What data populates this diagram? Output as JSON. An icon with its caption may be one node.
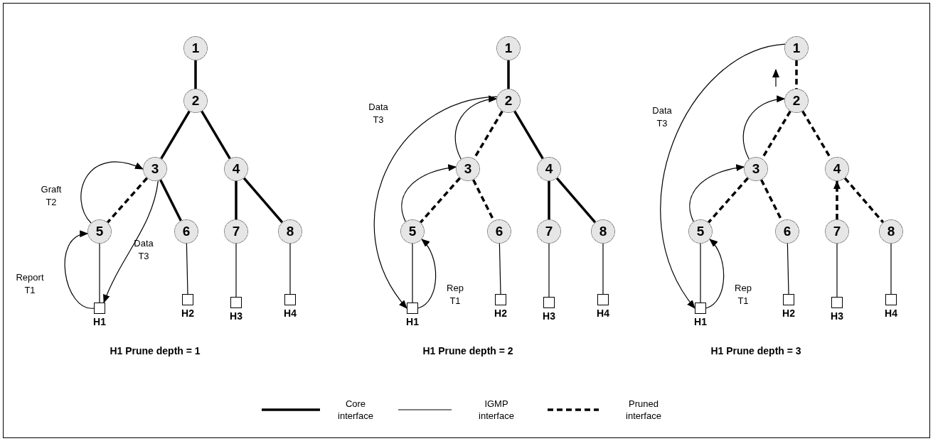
{
  "diagram": {
    "nodes": [
      {
        "text": [
          "1"
        ]
      },
      {
        "text": [
          "2"
        ]
      },
      {
        "text": [
          "3"
        ]
      },
      {
        "text": [
          "4"
        ]
      },
      {
        "text": [
          "5"
        ]
      },
      {
        "text": [
          "6"
        ]
      },
      {
        "text": [
          "7"
        ]
      },
      {
        "text": [
          "8"
        ]
      },
      {
        "text": [
          "H1"
        ]
      },
      {
        "text": [
          "H2"
        ]
      },
      {
        "text": [
          "H3"
        ]
      },
      {
        "text": [
          "H4"
        ]
      },
      {
        "text": [
          "1"
        ]
      },
      {
        "text": [
          "2"
        ]
      },
      {
        "text": [
          "3"
        ]
      },
      {
        "text": [
          "4"
        ]
      },
      {
        "text": [
          "5"
        ]
      },
      {
        "text": [
          "6"
        ]
      },
      {
        "text": [
          "7"
        ]
      },
      {
        "text": [
          "8"
        ]
      },
      {
        "text": [
          "H1"
        ]
      },
      {
        "text": [
          "H2"
        ]
      },
      {
        "text": [
          "H3"
        ]
      },
      {
        "text": [
          "H4"
        ]
      },
      {
        "text": [
          "1"
        ]
      },
      {
        "text": [
          "2"
        ]
      },
      {
        "text": [
          "3"
        ]
      },
      {
        "text": [
          "4"
        ]
      },
      {
        "text": [
          "5"
        ]
      },
      {
        "text": [
          "6"
        ]
      },
      {
        "text": [
          "7"
        ]
      },
      {
        "text": [
          "8"
        ]
      },
      {
        "text": [
          "H1"
        ]
      },
      {
        "text": [
          "H2"
        ]
      },
      {
        "text": [
          "H3"
        ]
      },
      {
        "text": [
          "H4"
        ]
      }
    ],
    "edges": [
      {
        "from": 0,
        "to": 1,
        "arrow": "none",
        "style": "thick"
      },
      {
        "from": 1,
        "to": 2,
        "arrow": "none",
        "style": "thick"
      },
      {
        "from": 1,
        "to": 3,
        "arrow": "none",
        "style": "thick"
      },
      {
        "from": 2,
        "to": 4,
        "arrow": "none",
        "style": "dashed"
      },
      {
        "from": 2,
        "to": 5,
        "arrow": "none",
        "style": "thick"
      },
      {
        "from": 3,
        "to": 6,
        "arrow": "none",
        "style": "thick"
      },
      {
        "from": 3,
        "to": 7,
        "arrow": "none",
        "style": "thick"
      },
      {
        "from": 4,
        "to": 8,
        "arrow": "none"
      },
      {
        "from": 5,
        "to": 9,
        "arrow": "none"
      },
      {
        "from": 6,
        "to": 10,
        "arrow": "none"
      },
      {
        "from": 7,
        "to": 11,
        "arrow": "none"
      },
      {
        "from": 8,
        "to": 4,
        "arrow": "to",
        "label": "Report T1"
      },
      {
        "from": 4,
        "to": 2,
        "arrow": "to",
        "label": "Graft T2"
      },
      {
        "from": 2,
        "to": 8,
        "arrow": "to",
        "label": "Data T3"
      },
      {
        "from": 12,
        "to": 13,
        "arrow": "none",
        "style": "thick"
      },
      {
        "from": 13,
        "to": 14,
        "arrow": "none",
        "style": "dashed"
      },
      {
        "from": 13,
        "to": 15,
        "arrow": "none",
        "style": "thick"
      },
      {
        "from": 14,
        "to": 16,
        "arrow": "none",
        "style": "dashed"
      },
      {
        "from": 14,
        "to": 17,
        "arrow": "none",
        "style": "dashed"
      },
      {
        "from": 15,
        "to": 18,
        "arrow": "none",
        "style": "thick"
      },
      {
        "from": 15,
        "to": 19,
        "arrow": "none",
        "style": "thick"
      },
      {
        "from": 16,
        "to": 20,
        "arrow": "none"
      },
      {
        "from": 17,
        "to": 21,
        "arrow": "none"
      },
      {
        "from": 18,
        "to": 22,
        "arrow": "none"
      },
      {
        "from": 19,
        "to": 23,
        "arrow": "none"
      },
      {
        "from": 20,
        "to": 16,
        "arrow": "to",
        "label": "Rep T1"
      },
      {
        "from": 16,
        "to": 14,
        "arrow": "to"
      },
      {
        "from": 14,
        "to": 13,
        "arrow": "to"
      },
      {
        "from": 13,
        "to": 20,
        "arrow": "to",
        "label": "Data T3"
      },
      {
        "from": 24,
        "to": 25,
        "arrow": "none",
        "style": "dashed"
      },
      {
        "from": 25,
        "to": 26,
        "arrow": "none",
        "style": "dashed"
      },
      {
        "from": 25,
        "to": 27,
        "arrow": "none",
        "style": "dashed"
      },
      {
        "from": 26,
        "to": 28,
        "arrow": "none",
        "style": "dashed"
      },
      {
        "from": 26,
        "to": 29,
        "arrow": "none",
        "style": "dashed"
      },
      {
        "from": 30,
        "to": 27,
        "arrow": "to",
        "style": "dashed"
      },
      {
        "from": 27,
        "to": 31,
        "arrow": "none",
        "style": "dashed"
      },
      {
        "from": 28,
        "to": 32,
        "arrow": "none"
      },
      {
        "from": 29,
        "to": 33,
        "arrow": "none"
      },
      {
        "from": 30,
        "to": 34,
        "arrow": "none"
      },
      {
        "from": 31,
        "to": 35,
        "arrow": "none"
      },
      {
        "from": 32,
        "to": 28,
        "arrow": "to",
        "label": "Rep T1"
      },
      {
        "from": 28,
        "to": 26,
        "arrow": "to"
      },
      {
        "from": 26,
        "to": 25,
        "arrow": "to"
      },
      {
        "from": 24,
        "to": 32,
        "arrow": "to",
        "label": "Data T3"
      }
    ],
    "labels": [
      "H1 Prune depth = 1",
      "H1 Prune depth = 2",
      "H1 Prune depth = 3"
    ],
    "legend": [
      {
        "text": "Core interface"
      },
      {
        "text": "IGMP interface"
      },
      {
        "text": "Pruned interface"
      }
    ]
  }
}
